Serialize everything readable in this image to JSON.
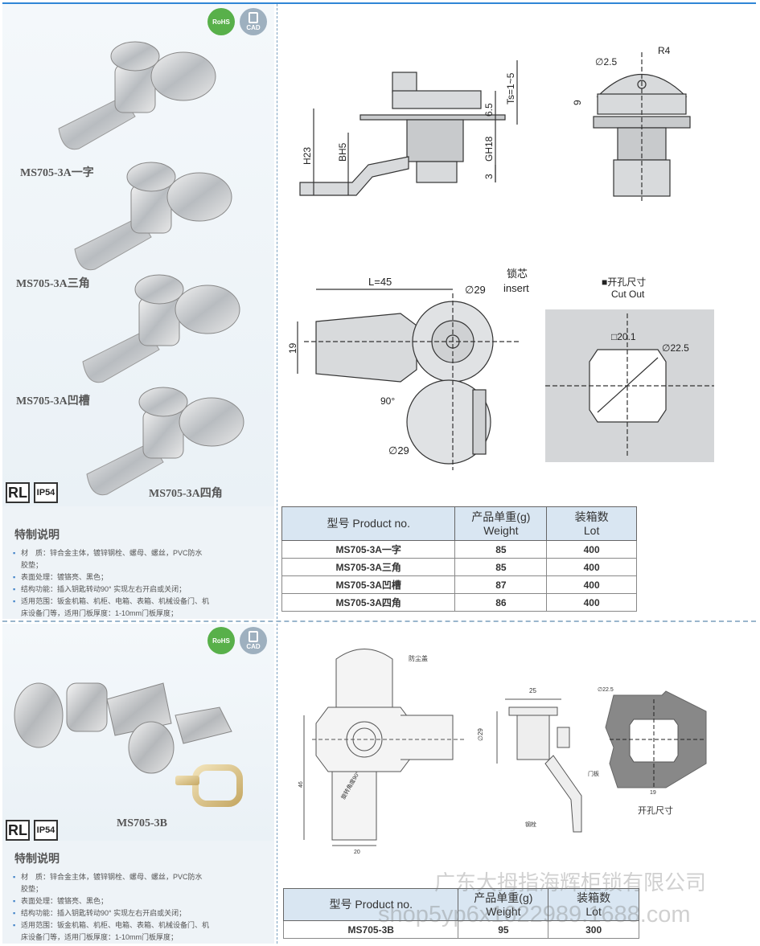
{
  "badges": {
    "rohs": "RoHS",
    "cad": "CAD"
  },
  "section_a": {
    "products": [
      "MS705-3A一字",
      "MS705-3A三角",
      "MS705-3A凹槽",
      "MS705-3A四角"
    ],
    "rating": {
      "rl": "RL",
      "ip": "IP54"
    },
    "spec": {
      "title": "特制说明",
      "lines": [
        "材　质：锌合金主体，镀锌钢栓、螺母、螺丝，PVC防水",
        "胶垫；",
        "表面处理：镀铬亮、黑色；",
        "结构功能：插入钥匙转动90° 实现左右开启或关闭；",
        "适用范围：钣金机箱、机柜、电箱、表箱、机械设备门、机",
        "床设备门等，适用门板厚度：1-10mm门板厚度；"
      ]
    },
    "drawing": {
      "dims_side": [
        "H23",
        "BH5",
        "6.5",
        "Ts=1~5",
        "GH18",
        "3"
      ],
      "dims_front": [
        "∅2.5",
        "R4",
        "9"
      ],
      "dims_top": [
        "L=45",
        "∅29",
        "锁芯",
        "insert",
        "19",
        "90°",
        "∅29"
      ],
      "cutout": {
        "title": "■开孔尺寸",
        "subtitle": "Cut Out",
        "square": "□20.1",
        "dia": "∅22.5"
      }
    },
    "table": {
      "headers": [
        [
          "型号 Product no."
        ],
        [
          "产品单重(g)",
          "Weight"
        ],
        [
          "装箱数",
          "Lot"
        ]
      ],
      "rows": [
        [
          "MS705-3A一字",
          "85",
          "400"
        ],
        [
          "MS705-3A三角",
          "85",
          "400"
        ],
        [
          "MS705-3A凹槽",
          "87",
          "400"
        ],
        [
          "MS705-3A四角",
          "86",
          "400"
        ]
      ]
    }
  },
  "section_b": {
    "product": "MS705-3B",
    "rating": {
      "rl": "RL",
      "ip": "IP54"
    },
    "spec": {
      "title": "特制说明",
      "lines": [
        "材　质：锌合金主体，镀锌钢栓、螺母、螺丝，PVC防水",
        "胶垫；",
        "表面处理：镀铬亮、黑色；",
        "结构功能：插入钥匙转动90° 实现左右开启或关闭；",
        "适用范围：钣金机箱、机柜、电箱、表箱、机械设备门、机",
        "床设备门等，适用门板厚度：1-10mm门板厚度；"
      ]
    },
    "drawing": {
      "labels": [
        "防尘盖",
        "25",
        "∅29",
        "∅22.5",
        "19",
        "19",
        "门板",
        "46",
        "旋转角度90°",
        "钢栓",
        "20",
        "开孔尺寸"
      ]
    },
    "table": {
      "headers": [
        [
          "型号 Product no."
        ],
        [
          "产品单重(g)",
          "Weight"
        ],
        [
          "装箱数",
          "Lot"
        ]
      ],
      "rows": [
        [
          "MS705-3B",
          "95",
          "300"
        ]
      ]
    }
  },
  "watermark": {
    "line1": "广东大拇指海辉柜锁有限公司",
    "line2": "shop5yp6x1622989.1688.com"
  }
}
